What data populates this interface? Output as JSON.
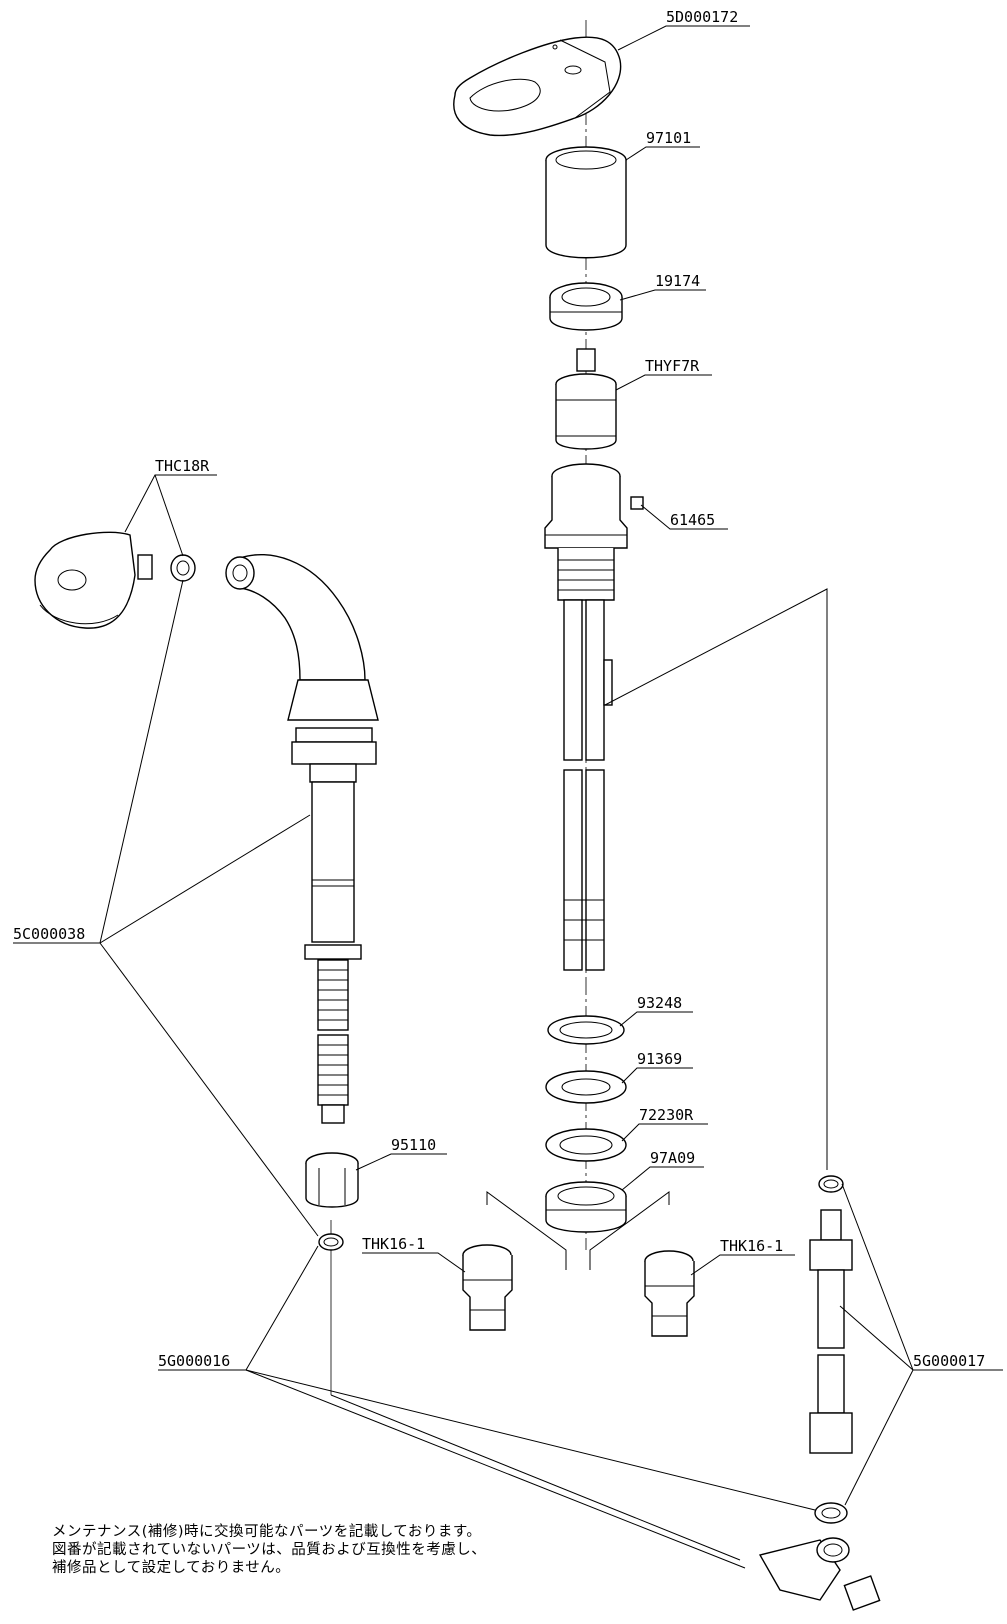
{
  "parts": {
    "lever_handle": "5D000172",
    "cover": "97101",
    "nut": "19174",
    "cartridge": "THYF7R",
    "screw": "61465",
    "shower_head": "THC18R",
    "shower_hose": "5C000038",
    "washer_1": "93248",
    "washer_2": "91369",
    "washer_3": "72230R",
    "mount_nut": "97A09",
    "hose_nut": "95110",
    "valve_left": "THK16-1",
    "valve_right": "THK16-1",
    "packing": "5G000016",
    "connector": "5G000017"
  },
  "note": {
    "line1": "メンテナンス(補修)時に交換可能なパーツを記載しております。",
    "line2": "図番が記載されていないパーツは、品質および互換性を考慮し、",
    "line3": "補修品として設定しておりません。"
  }
}
